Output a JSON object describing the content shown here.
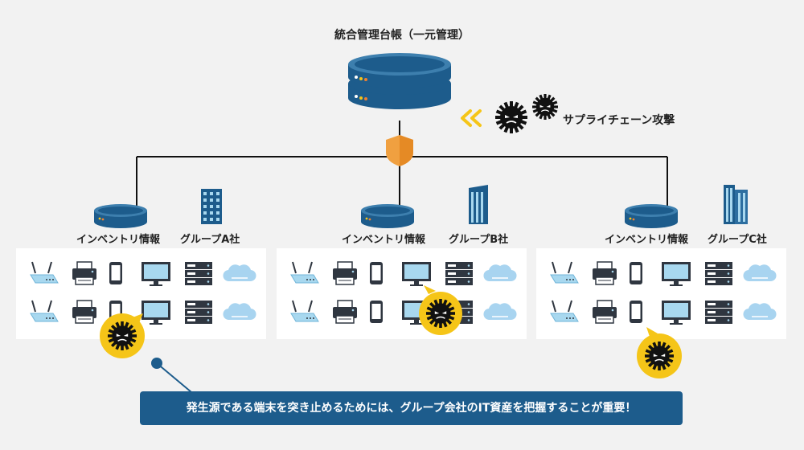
{
  "diagram": {
    "title": "統合管理台帳（一元管理）",
    "attack_label": "サプライチェーン攻撃",
    "groups": [
      {
        "id": "a",
        "inventory_label": "インベントリ情報",
        "company_label": "グループA社"
      },
      {
        "id": "b",
        "inventory_label": "インベントリ情報",
        "company_label": "グループB社"
      },
      {
        "id": "c",
        "inventory_label": "インベントリ情報",
        "company_label": "グループC社"
      }
    ],
    "device_icons": [
      "router-icon",
      "printer-icon",
      "smartphone-icon",
      "monitor-icon",
      "server-rack-icon",
      "cloud-icon"
    ],
    "callout": "発生源である端末を突き止めるためには、グループ会社のIT資産を把握することが重要！",
    "colors": {
      "background": "#f2f2f2",
      "server": "#1d5c8c",
      "server_light": "#3d7fae",
      "shield": "#f0a040",
      "chevron": "#f5c518",
      "virus": "#111111",
      "virus_bubble": "#f5c518",
      "callout_bg": "#1d5c8c",
      "device_dark": "#2f3640",
      "device_light": "#a8d8ef",
      "cloud": "#a8d4f0"
    }
  }
}
